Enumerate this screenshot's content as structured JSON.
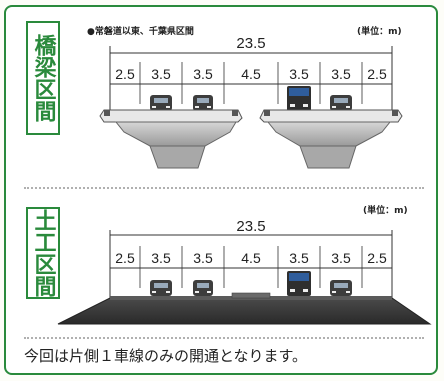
{
  "section_labels": {
    "bridge": "橋梁区間",
    "earthwork": "土工区間"
  },
  "note": "●常磐道以東、千葉県区間",
  "unit_top": "(単位：m)",
  "unit_bottom": "(単位：m)",
  "bridge": {
    "total_width": "23.5",
    "lane_widths": [
      "2.5",
      "3.5",
      "3.5",
      "4.5",
      "3.5",
      "3.5",
      "2.5"
    ]
  },
  "earthwork": {
    "total_width": "23.5",
    "lane_widths": [
      "2.5",
      "3.5",
      "3.5",
      "4.5",
      "3.5",
      "3.5",
      "2.5"
    ]
  },
  "footer": "今回は片側１車線のみの開通となります。",
  "colors": {
    "accent_green": "#2a8a3c",
    "dim_line": "#333333",
    "pier_gray": "#b9b9b9",
    "asphalt": "#3a3a3a",
    "car": "#3d3d3d",
    "truck_cab": "#2f5d9c"
  }
}
